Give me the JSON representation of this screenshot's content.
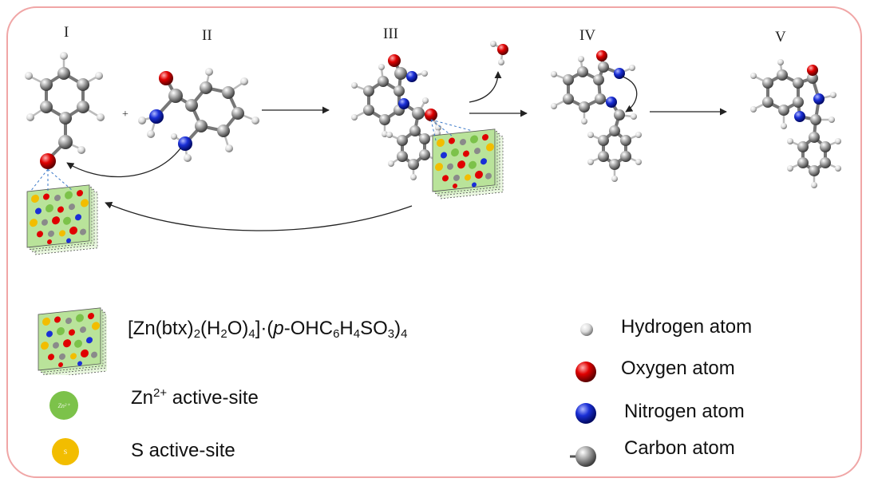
{
  "stage_labels": {
    "i": "I",
    "ii": "II",
    "iii": "III",
    "iv": "IV",
    "v": "V",
    "plus": "+"
  },
  "legend": {
    "catalyst": {
      "bracket_open": "[Zn(btx)",
      "sub1": "2",
      "mid1": "(H",
      "sub2": "2",
      "mid2": "O)",
      "sub3": "4",
      "mid3": "]·(",
      "italic_p": "p",
      "mid4": "-OHC",
      "sub4": "6",
      "mid5": "H",
      "sub5": "4",
      "mid6": "SO",
      "sub6": "3",
      "mid7": ")",
      "sub7": "4"
    },
    "zn_site": {
      "base": "Zn",
      "sup": "2+",
      "rest": " active-site",
      "icon_text": "Zn²⁺"
    },
    "s_site": {
      "label": "S active-site",
      "icon_text": "S"
    },
    "atoms": {
      "hydrogen": "Hydrogen atom",
      "oxygen": "Oxygen atom",
      "nitrogen": "Nitrogen atom",
      "carbon": "Carbon atom"
    }
  },
  "colors": {
    "frame": "#f0a6a6",
    "carbon": "#8a8a8a",
    "hydrogen": "#d9d9d9",
    "oxygen": "#e00000",
    "nitrogen": "#1a2fd6",
    "catalyst_bg": "#b9e39a",
    "zn_site": "#7cc24a",
    "s_site": "#f2bd00"
  }
}
